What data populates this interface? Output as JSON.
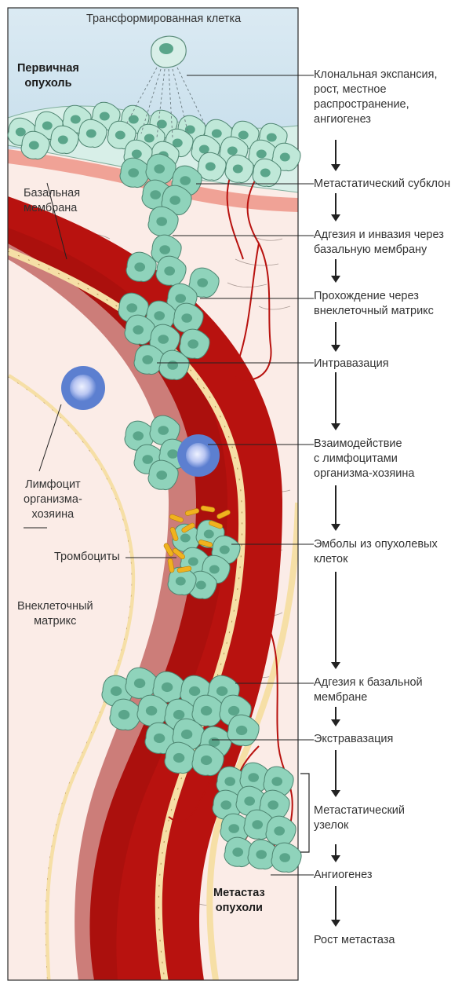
{
  "title": "Трансформированная клетка",
  "left_labels": {
    "primary_tumor": "Первичная\nопухоль",
    "basement_membrane": "Базальная\nмембрана",
    "lymphocyte": "Лимфоцит\nорганизма-\nхозяина",
    "platelets": "Тромбоциты",
    "ecm": "Внеклеточный\nматрикс",
    "metastasis": "Метастаз\nопухоли"
  },
  "steps": [
    "Клональная экспансия,\nрост, местное\nраспространение,\nангиогенез",
    "Метастатический субклон",
    "Адгезия и инвазия через\nбазальную мембрану",
    "Прохождение через\nвнеклеточный матрикс",
    "Интравазация",
    "Взаимодействие\nс лимфоцитами\nорганизма-хозяина",
    "Эмболы из опухолевых\nклеток",
    "Адгезия к базальной\nмембране",
    "Экстравазация",
    "Метастатический\nузелок",
    "Ангиогенез",
    "Рост метастаза"
  ],
  "colors": {
    "sky": "#cfe3ef",
    "tissue": "#fbe9e4",
    "membrane": "#f0a296",
    "vessel": "#b8120f",
    "vessel_wall": "#f6dfa6",
    "tumor_cell": "#bfe8d8",
    "metastatic_cell": "#8fd3bb",
    "nucleus": "#5aa58a",
    "lymphocyte": "#5c7fd0",
    "platelet": "#f0b21e",
    "arrow": "#222222"
  }
}
